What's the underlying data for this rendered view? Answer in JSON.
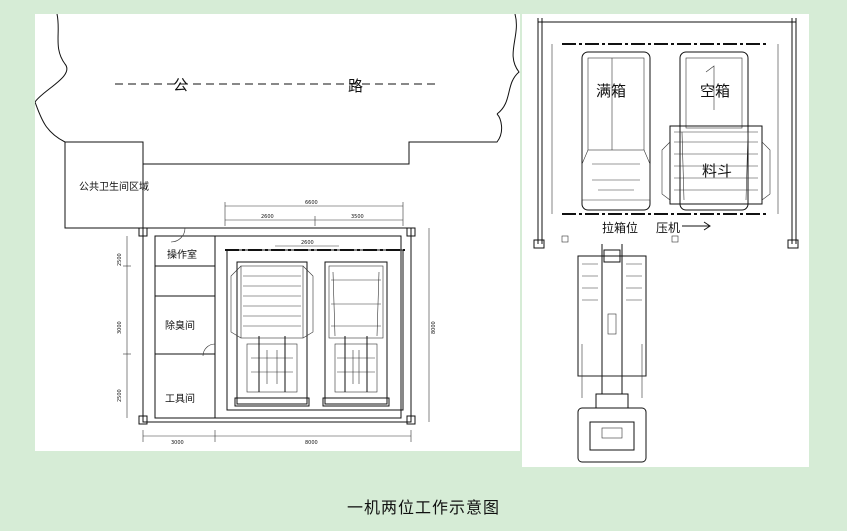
{
  "caption": "一机两位工作示意图",
  "left_plan": {
    "road_left": "公",
    "road_right": "路",
    "toilet_area": "公共卫生间区域",
    "rooms": [
      "操作室",
      "除臭间",
      "工具间"
    ],
    "dims_top_total": "6600",
    "dims_top": [
      "2600",
      "3500"
    ],
    "dim_inner": "2600",
    "dims_left": [
      "2500",
      "3000",
      "2500"
    ],
    "dim_right": "8000",
    "dims_bottom": [
      "3000",
      "8000"
    ]
  },
  "right_detail": {
    "full_box": "满箱",
    "empty_box": "空箱",
    "material_chute": "料斗",
    "pull_position": "拉箱位",
    "compactor": "压机"
  },
  "colors": {
    "page_background": "#d6ecd6",
    "panel": "#ffffff",
    "line": "#111111"
  }
}
